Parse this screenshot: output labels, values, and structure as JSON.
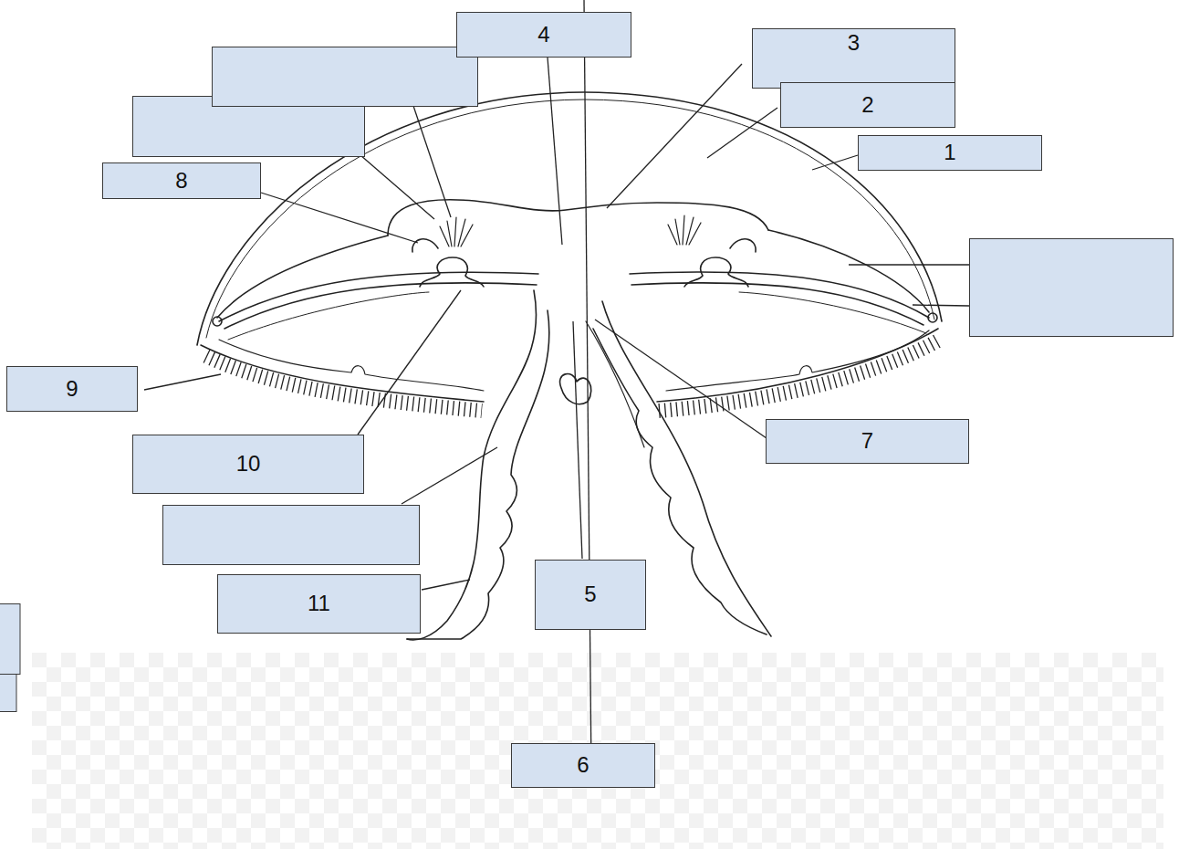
{
  "diagram": {
    "nodes": [
      {
        "text": [
          "4"
        ]
      },
      {
        "text": [
          "3"
        ]
      },
      {
        "text": [
          "2"
        ]
      },
      {
        "text": [
          "1"
        ]
      },
      {
        "text": [
          "8"
        ]
      },
      {
        "text": [
          "9"
        ]
      },
      {
        "text": [
          "7"
        ]
      },
      {
        "text": [
          "10"
        ]
      },
      {
        "text": [
          "5"
        ]
      },
      {
        "text": [
          "11"
        ]
      },
      {
        "text": [
          "6"
        ]
      }
    ]
  }
}
